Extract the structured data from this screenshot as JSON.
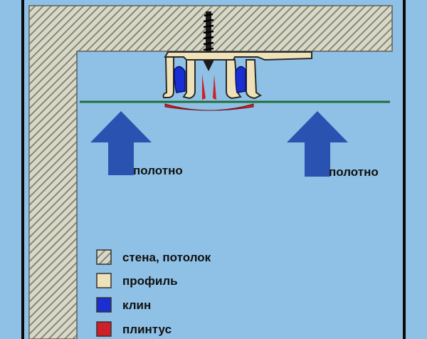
{
  "colors": {
    "background": "#8fc1e6",
    "frame": "#0a0a0a",
    "wall_fill": "#d8d8c6",
    "wall_hatch": "#7c7c72",
    "profile": "#efe2b8",
    "profile_outline": "#2a2a2a",
    "wedge": "#1a2fd1",
    "plinth": "#cf1f28",
    "canvas_line": "#1f6e3a",
    "arrow": "#2a52b0"
  },
  "icons": {
    "screw": "screw-icon",
    "arrow": "arrow-up-icon"
  },
  "arrows": [
    {
      "label": "полотно"
    },
    {
      "label": "полотно"
    }
  ],
  "legend": [
    {
      "label": "стена, потолок",
      "swatch": "hatch"
    },
    {
      "label": "профиль",
      "swatch": "#efe2b8"
    },
    {
      "label": "клин",
      "swatch": "#1a2fd1"
    },
    {
      "label": "плинтус",
      "swatch": "#cf1f28"
    }
  ]
}
